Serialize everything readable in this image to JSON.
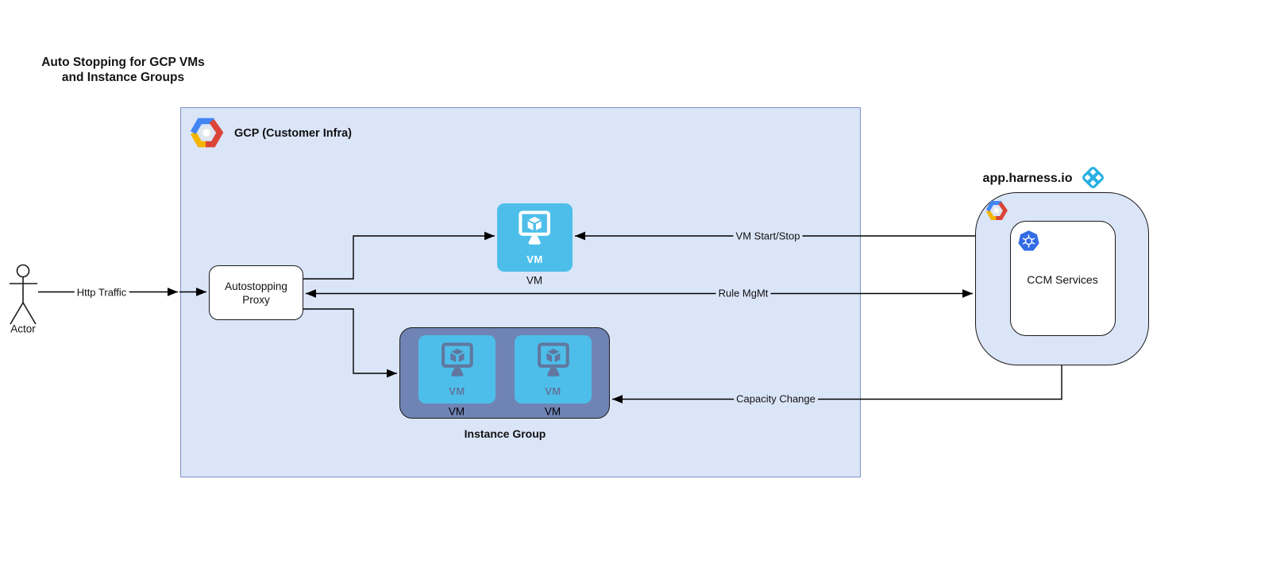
{
  "title": "Auto Stopping for GCP VMs\nand Instance Groups",
  "actor": {
    "label": "Actor"
  },
  "gcp_box": {
    "label": "GCP (Customer Infra)"
  },
  "proxy": {
    "label": "Autostopping\nProxy"
  },
  "vm": {
    "icon_label": "VM",
    "label": "VM"
  },
  "instance_group": {
    "label": "Instance Group",
    "vms": [
      {
        "icon_label": "VM",
        "label": "VM"
      },
      {
        "icon_label": "VM",
        "label": "VM"
      }
    ]
  },
  "harness": {
    "label": "app.harness.io",
    "ccm": {
      "label": "CCM Services"
    }
  },
  "edges": {
    "http_traffic": "Http Traffic",
    "vm_start_stop": "VM Start/Stop",
    "rule_mgmt": "Rule MgMt",
    "capacity_change": "Capacity Change"
  },
  "colors": {
    "container_fill": "#dbe5f8",
    "gcp_border": "#7d92c3",
    "vm_blue": "#4dbeea",
    "instance_group_fill": "#6f84b4",
    "instance_group_glyph": "#61779f",
    "k8s_blue": "#326ce5",
    "harness_blue": "#29b0e3",
    "gcp_logo_blue": "#4285f4",
    "gcp_logo_red": "#db4437",
    "gcp_logo_yellow": "#f4b400",
    "line_color": "#000000"
  }
}
